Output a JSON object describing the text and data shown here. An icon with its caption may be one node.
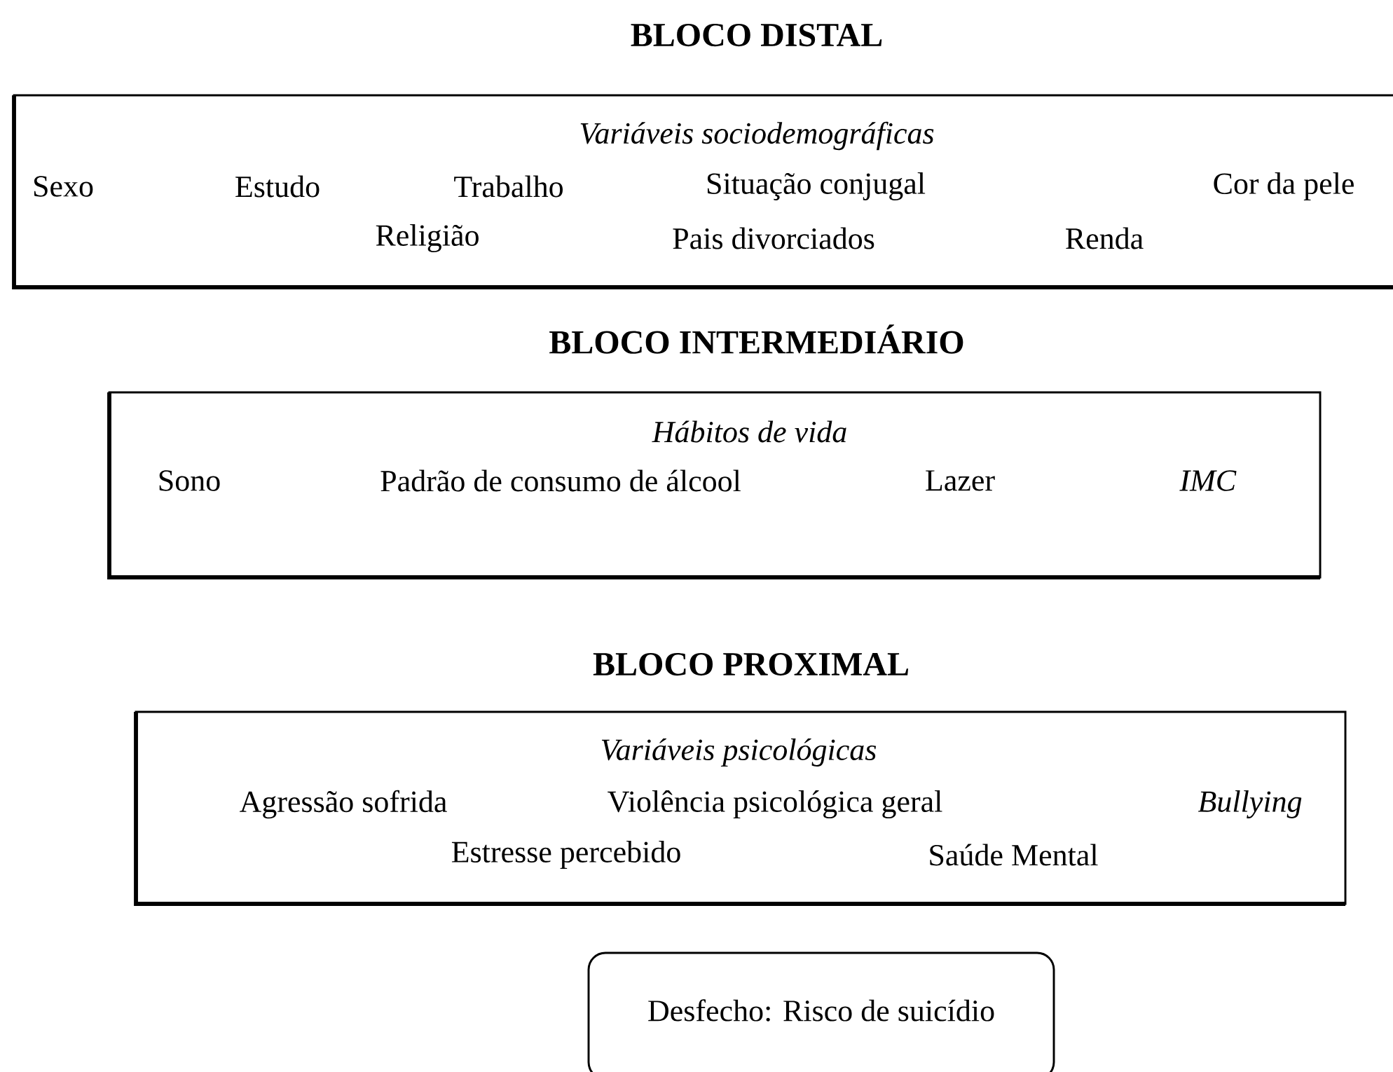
{
  "diagram": {
    "nodes": [
      {
        "text": [
          "BLOCO DISTAL",
          "Variáveis sociodemográficas",
          "Sexo",
          "Estudo",
          "Trabalho",
          "Situação conjugal",
          "Cor da pele",
          "Religião",
          "Pais divorciados",
          "Renda"
        ]
      },
      {
        "text": [
          "BLOCO INTERMEDIÁRIO",
          "Hábitos de vida",
          "Sono",
          "Padrão de consumo de álcool",
          "Lazer",
          "*IMC*"
        ]
      },
      {
        "text": [
          "BLOCO PROXIMAL",
          "Variáveis psicológicas",
          "Agressão sofrida",
          "Violência psicológica geral",
          "*Bullying*",
          "Estresse percebido",
          "Saúde Mental"
        ]
      },
      {
        "text": [
          "Desfecho: Risco de suicídio"
        ]
      }
    ]
  }
}
